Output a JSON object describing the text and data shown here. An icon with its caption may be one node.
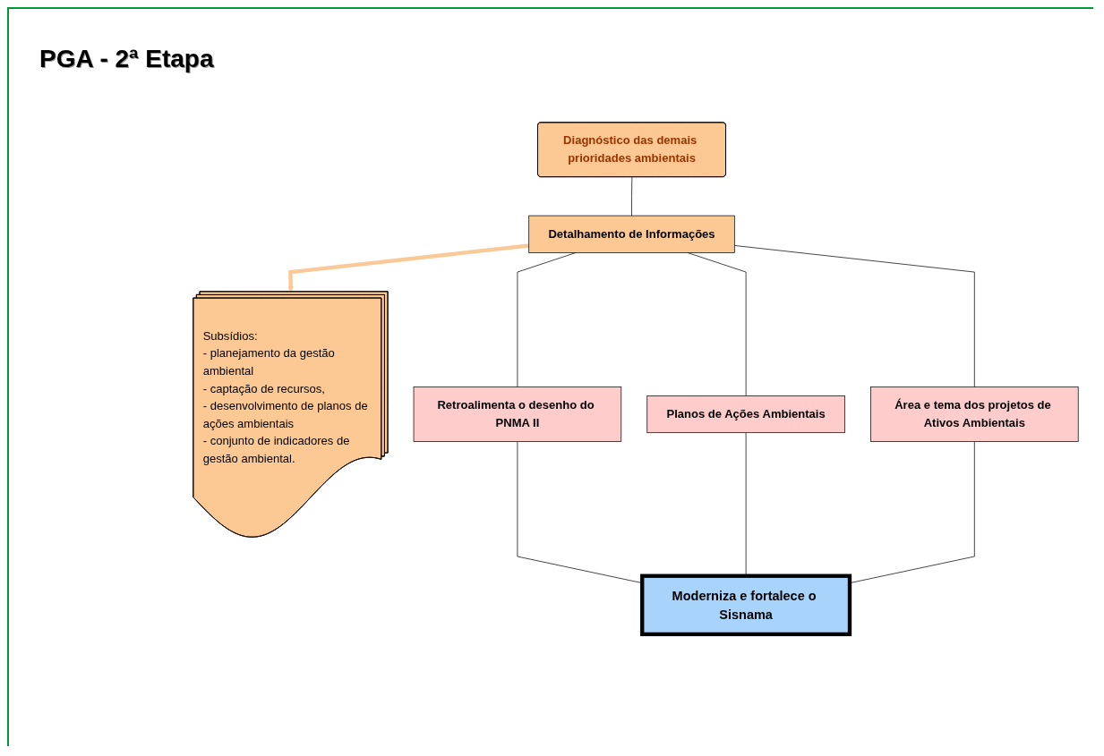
{
  "diagram": {
    "title": "PGA - 2ª Etapa",
    "nodes": [
      {
        "text": [
          "Diagnóstico das demais prioridades ambientais"
        ]
      },
      {
        "text": [
          "Detalhamento de Informações"
        ]
      },
      {
        "text": [
          "Subsídios:",
          "- planejamento da gestão ambiental",
          "- captação de recursos,",
          "- desenvolvimento de planos de ações ambientais",
          "- conjunto de indicadores de gestão ambiental."
        ]
      },
      {
        "text": [
          "Retroalimenta o desenho do PNMA II"
        ]
      },
      {
        "text": [
          "Planos de Ações Ambientais"
        ]
      },
      {
        "text": [
          "Área e tema dos projetos de Ativos Ambientais"
        ]
      },
      {
        "text": [
          "Moderniza e fortalece o Sisnama"
        ]
      }
    ],
    "edges": [
      {
        "from": 0,
        "to": 1,
        "arrow": "none"
      },
      {
        "from": 1,
        "to": 2,
        "arrow": "to",
        "style": "thick",
        "color": "#f9c997"
      },
      {
        "from": 1,
        "to": 3,
        "arrow": "none"
      },
      {
        "from": 1,
        "to": 4,
        "arrow": "none"
      },
      {
        "from": 1,
        "to": 5,
        "arrow": "none"
      },
      {
        "from": 3,
        "to": 6,
        "arrow": "none"
      },
      {
        "from": 4,
        "to": 6,
        "arrow": "none"
      },
      {
        "from": 5,
        "to": 6,
        "arrow": "none"
      }
    ]
  }
}
